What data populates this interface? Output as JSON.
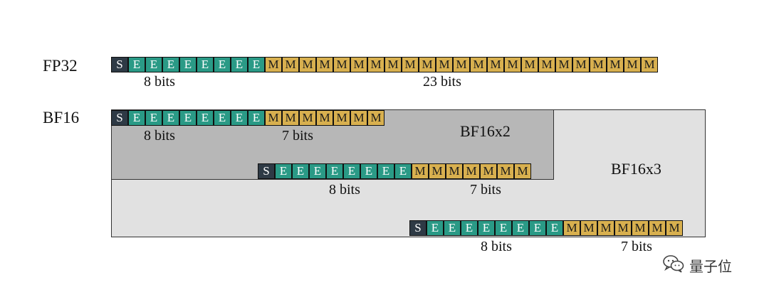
{
  "formats": {
    "fp32": {
      "label": "FP32",
      "sign_char": "S",
      "exp_char": "E",
      "man_char": "M",
      "sign_bits": 1,
      "exp_bits": 8,
      "man_bits": 23,
      "exp_label": "8 bits",
      "man_label": "23 bits"
    },
    "bf16": {
      "label": "BF16",
      "sign_char": "S",
      "exp_char": "E",
      "man_char": "M",
      "sign_bits": 1,
      "exp_bits": 8,
      "man_bits": 7,
      "exp_label": "8 bits",
      "man_label": "7 bits"
    }
  },
  "regions": {
    "bf16x2_label": "BF16x2",
    "bf16x3_label": "BF16x3"
  },
  "colors": {
    "sign": "#2e3a45",
    "exponent": "#2a9a86",
    "mantissa": "#d8b04f",
    "bf16x2_region": "#b7b7b7",
    "bf16x3_region": "#e1e1e1"
  },
  "watermark": {
    "text": "量子位",
    "icon": "wechat-icon"
  }
}
